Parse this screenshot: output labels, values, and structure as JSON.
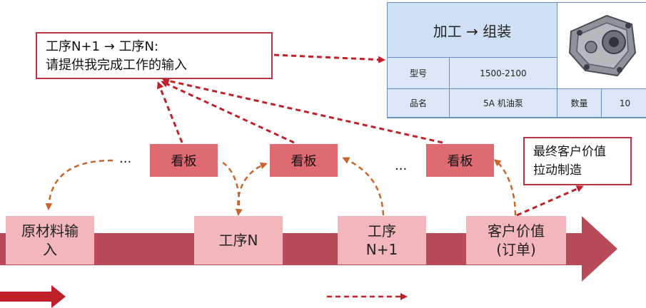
{
  "callout": {
    "line1": "工序N+1 → 工序N:",
    "line2": "请提供我完成工作的输入"
  },
  "kanbans": [
    {
      "label": "看板"
    },
    {
      "label": "看板"
    },
    {
      "label": "看板"
    }
  ],
  "ellipsis": [
    "...",
    "..."
  ],
  "goal": {
    "line1": "最终客户价值",
    "line2": "拉动制造"
  },
  "flow": {
    "raw_material": {
      "line1": "原材料输",
      "line2": "入"
    },
    "process_n": {
      "line1": "工序N"
    },
    "process_n1": {
      "line1": "工序",
      "line2": "N+1"
    },
    "customer": {
      "line1": "客户价值",
      "line2": "(订单)"
    }
  },
  "card": {
    "title": "加工 → 组装",
    "model_label": "型号",
    "model_value": "1500-2100",
    "name_label": "品名",
    "name_value": "5A 机油泵",
    "qty_label": "数量",
    "qty_value": "10",
    "image_icon": "oil-pump-part-icon"
  },
  "colors": {
    "main_arrow": "#b94a5a",
    "kanban": "#df6a72",
    "box": "#f2b6bb",
    "dashed_red": "#c0202a",
    "dashed_orange": "#c9642a",
    "card_border": "#6d8fbf",
    "card_fill": "#cfe0f5"
  }
}
